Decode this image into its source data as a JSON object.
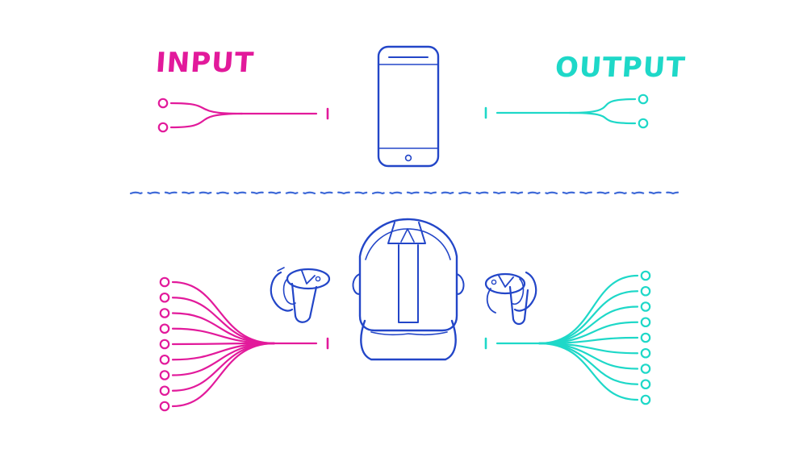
{
  "labels": {
    "input": "INPUT",
    "output": "OUTPUT"
  },
  "colors": {
    "input": "#e21a9b",
    "output": "#1ed8c8",
    "device": "#2346c8",
    "divider": "#3f6ad8",
    "background": "#ffffff"
  },
  "rows": [
    {
      "name": "phone",
      "device": "smartphone",
      "input_channels": 2,
      "output_channels": 2
    },
    {
      "name": "vr",
      "device": "vr-headset-with-controllers",
      "input_channels": 9,
      "output_channels": 9
    }
  ]
}
